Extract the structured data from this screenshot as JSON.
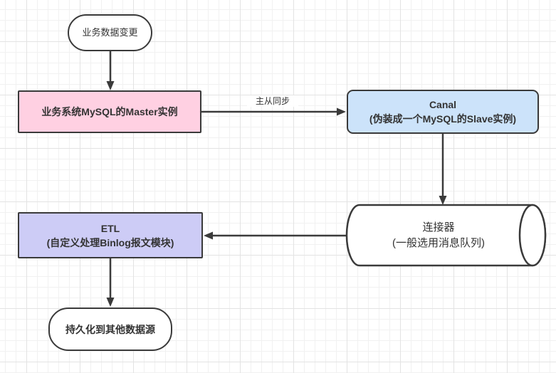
{
  "diagram": {
    "nodes": {
      "start": {
        "label": "业务数据变更",
        "shape": "terminator",
        "fill": "#ffffff"
      },
      "master": {
        "label": "业务系统MySQL的Master实例",
        "shape": "rectangle",
        "fill": "#ffd0e2"
      },
      "canal": {
        "title": "Canal",
        "subtitle": "(伪装成一个MySQL的Slave实例)",
        "shape": "rounded-rectangle",
        "fill": "#cce3fa"
      },
      "connector": {
        "title": "连接器",
        "subtitle": "(一般选用消息队列)",
        "shape": "horizontal-cylinder",
        "fill": "#ffffff"
      },
      "etl": {
        "title": "ETL",
        "subtitle": "(自定义处理Binlog报文模块)",
        "shape": "rectangle",
        "fill": "#cdccf6"
      },
      "sink": {
        "label": "持久化到其他数据源",
        "shape": "terminator",
        "fill": "#ffffff"
      }
    },
    "edges": {
      "start_to_master": {
        "from": "start",
        "to": "master"
      },
      "master_to_canal": {
        "from": "master",
        "to": "canal",
        "label": "主从同步"
      },
      "canal_to_connector": {
        "from": "canal",
        "to": "connector"
      },
      "connector_to_etl": {
        "from": "connector",
        "to": "etl"
      },
      "etl_to_sink": {
        "from": "etl",
        "to": "sink"
      }
    },
    "colors": {
      "stroke": "#3a3a3a",
      "text": "#333333",
      "pink_fill": "#ffd0e2",
      "blue_fill": "#cce3fa",
      "purple_fill": "#cdccf6",
      "grid_minor": "#f1f1f1",
      "grid_major": "#e3e3e3",
      "background": "#ffffff"
    }
  }
}
